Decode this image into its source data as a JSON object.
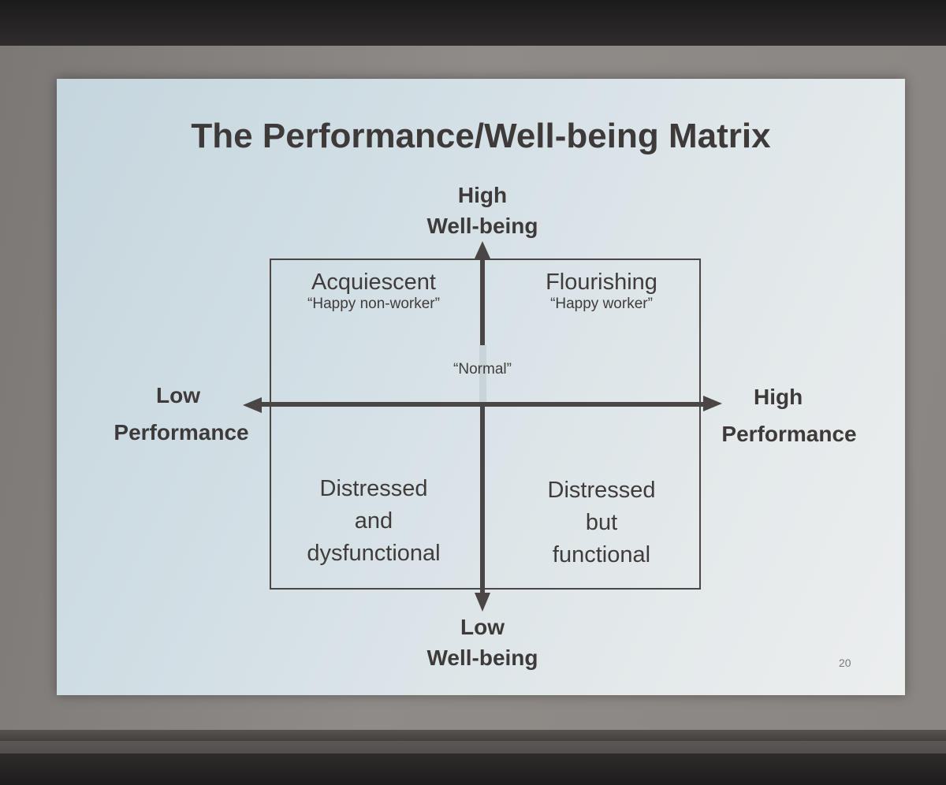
{
  "slide": {
    "title": "The Performance/Well-being Matrix",
    "page_number": "20"
  },
  "axes": {
    "top": [
      "High",
      "Well-being"
    ],
    "bottom": [
      "Low",
      "Well-being"
    ],
    "left": [
      "Low",
      "Performance"
    ],
    "right": [
      "High",
      "Performance"
    ]
  },
  "center_label": "“Normal”",
  "quadrants": {
    "top_left": {
      "title": "Acquiescent",
      "subtitle": "“Happy non-worker”"
    },
    "top_right": {
      "title": "Flourishing",
      "subtitle": "“Happy worker”"
    },
    "bottom_left": {
      "lines": [
        "Distressed",
        "and",
        "dysfunctional"
      ]
    },
    "bottom_right": {
      "lines": [
        "Distressed",
        "but",
        "functional"
      ]
    }
  },
  "colors": {
    "slide_background": "#d2dfe5",
    "text": "#3d3a39",
    "arrows": "#4a4645"
  }
}
